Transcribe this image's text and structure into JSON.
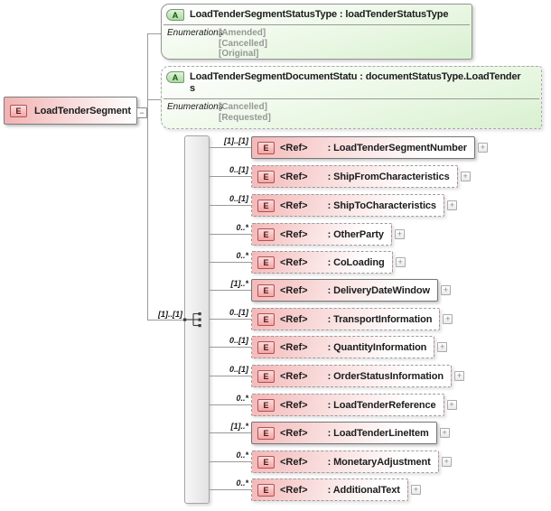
{
  "ui": {
    "element_kind": "E",
    "attribute_kind": "A",
    "ref_label": "<Ref>",
    "expand": "+",
    "collapse": "−",
    "enumerations_label": "Enumerations"
  },
  "root": {
    "label": "LoadTenderSegment"
  },
  "attributes": [
    {
      "title": "LoadTenderSegmentStatusType : loadTenderStatusType",
      "enums": [
        "[Amended]",
        "[Cancelled]",
        "[Original]"
      ]
    },
    {
      "title_line1": "LoadTenderSegmentDocumentStatu : documentStatusType.LoadTender",
      "title_line2": "s",
      "enums": [
        "[Cancelled]",
        "[Requested]"
      ]
    }
  ],
  "sequence": {
    "cardinality": "[1]..[1]"
  },
  "elements": [
    {
      "cardinality": "[1]..[1]",
      "name": ": LoadTenderSegmentNumber"
    },
    {
      "cardinality": "0..[1]",
      "name": ": ShipFromCharacteristics"
    },
    {
      "cardinality": "0..[1]",
      "name": ": ShipToCharacteristics"
    },
    {
      "cardinality": "0..*",
      "name": ": OtherParty"
    },
    {
      "cardinality": "0..*",
      "name": ": CoLoading"
    },
    {
      "cardinality": "[1]..*",
      "name": ": DeliveryDateWindow"
    },
    {
      "cardinality": "0..[1]",
      "name": ": TransportInformation"
    },
    {
      "cardinality": "0..[1]",
      "name": ": QuantityInformation"
    },
    {
      "cardinality": "0..[1]",
      "name": ": OrderStatusInformation"
    },
    {
      "cardinality": "0..*",
      "name": ": LoadTenderReference"
    },
    {
      "cardinality": "[1]..*",
      "name": ": LoadTenderLineItem"
    },
    {
      "cardinality": "0..*",
      "name": ": MonetaryAdjustment"
    },
    {
      "cardinality": "0..*",
      "name": ": AdditionalText"
    }
  ]
}
